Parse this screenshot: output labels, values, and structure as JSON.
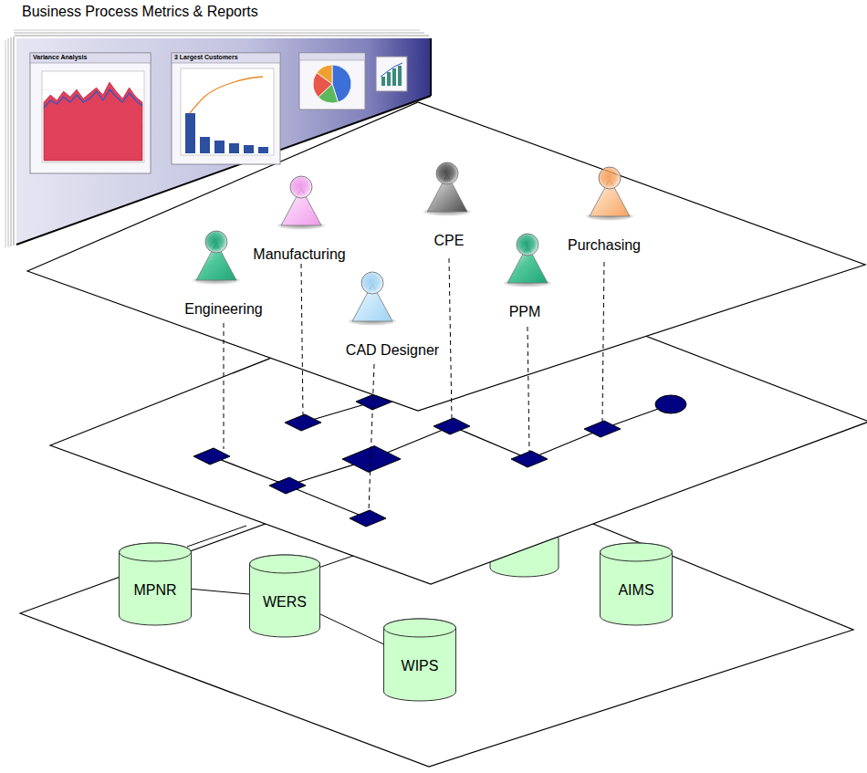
{
  "diagram": {
    "title": "Business Process Metrics & Reports",
    "nodes": [
      {
        "text": [
          "Engineering"
        ]
      },
      {
        "text": [
          "Manufacturing"
        ]
      },
      {
        "text": [
          "CAD Designer"
        ]
      },
      {
        "text": [
          "CPE"
        ]
      },
      {
        "text": [
          "PPM"
        ]
      },
      {
        "text": [
          "Purchasing"
        ]
      },
      {
        "text": [
          "MPNR"
        ]
      },
      {
        "text": [
          "WERS"
        ]
      },
      {
        "text": [
          "WIPS"
        ]
      },
      {
        "text": [
          "AIMS"
        ]
      }
    ],
    "edges": [
      {
        "from": 6,
        "to": 7,
        "arrow": "none"
      },
      {
        "from": 7,
        "to": 8,
        "arrow": "none"
      }
    ],
    "labels": [
      "Variance Analysis",
      "3 Largest Customers"
    ]
  }
}
